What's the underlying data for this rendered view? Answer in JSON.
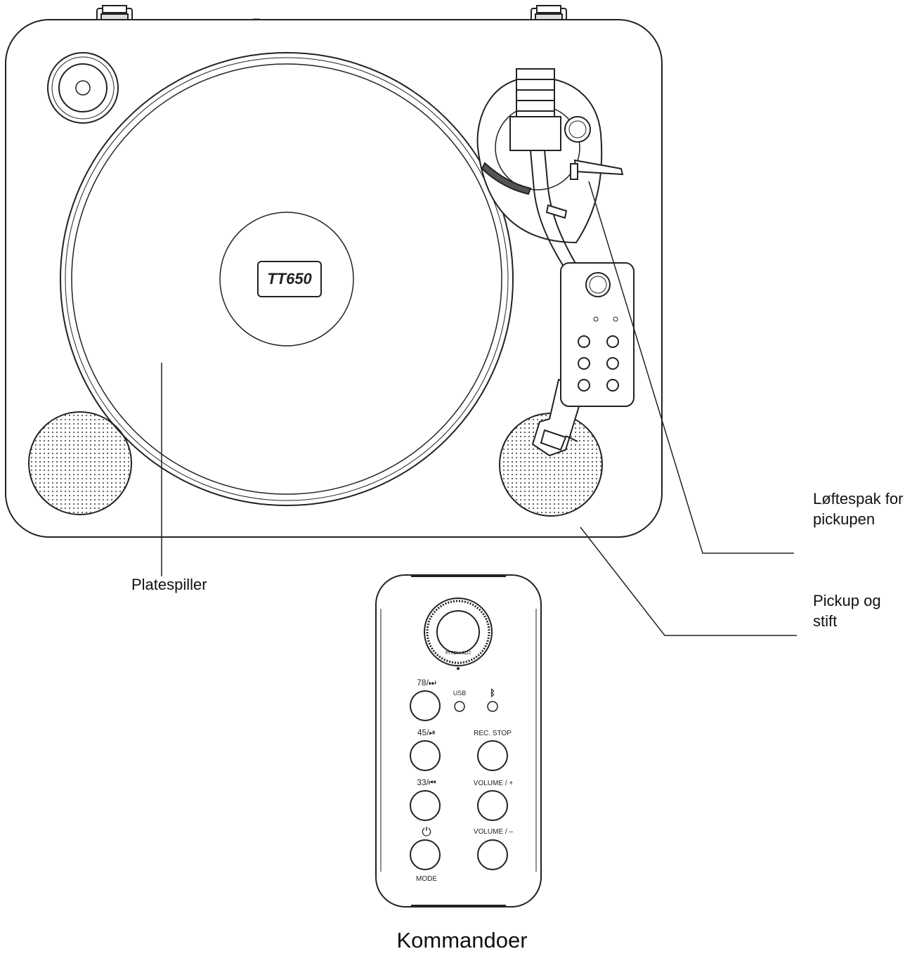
{
  "labels": {
    "platter": "Platespiller",
    "lift_lever": "Løftespak for\npickupen",
    "cartridge": "Pickup og\nstift",
    "controls": "Kommandoer"
  },
  "device": {
    "model": "TT650"
  },
  "control_panel": {
    "knob_label": "PITCH ADJ",
    "indicators": [
      "USB",
      "Bluetooth"
    ],
    "buttons": {
      "b78": "78/⏭",
      "b45": "45/⏯",
      "b33": "33/⏮",
      "power": "⏻",
      "mode": "MODE",
      "rec_stop": "REC. STOP",
      "vol_up": "VOLUME / +",
      "vol_down": "VOLUME / –"
    },
    "usb_label": "USB"
  },
  "colors": {
    "line": "#222222",
    "background": "#ffffff"
  }
}
